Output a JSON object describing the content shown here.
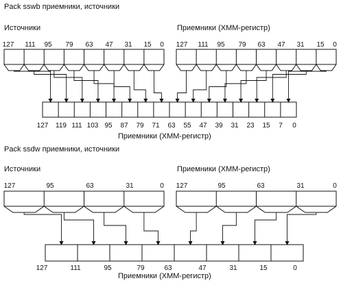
{
  "sections": [
    {
      "title": "Pack sswb приемники, источники",
      "left_label": "Источники",
      "right_label": "Приемники (XMM-регистр)",
      "source_ticks": [
        "127",
        "111",
        "95",
        "79",
        "63",
        "47",
        "31",
        "15",
        "0"
      ],
      "dest_ticks": [
        "127",
        "119",
        "111",
        "103",
        "95",
        "87",
        "79",
        "71",
        "63",
        "55",
        "47",
        "39",
        "31",
        "23",
        "15",
        "7",
        "0"
      ],
      "dest_label": "Приемники (XMM-регистр)"
    },
    {
      "title": "Pack ssdw приемники, источники",
      "left_label": "Источники",
      "right_label": "Приемники (XMM-регистр)",
      "source_ticks": [
        "127",
        "95",
        "63",
        "31",
        "0"
      ],
      "dest_ticks": [
        "127",
        "111",
        "95",
        "79",
        "63",
        "47",
        "31",
        "15",
        "0"
      ],
      "dest_label": "Приемники (XMM-регистр)"
    }
  ]
}
